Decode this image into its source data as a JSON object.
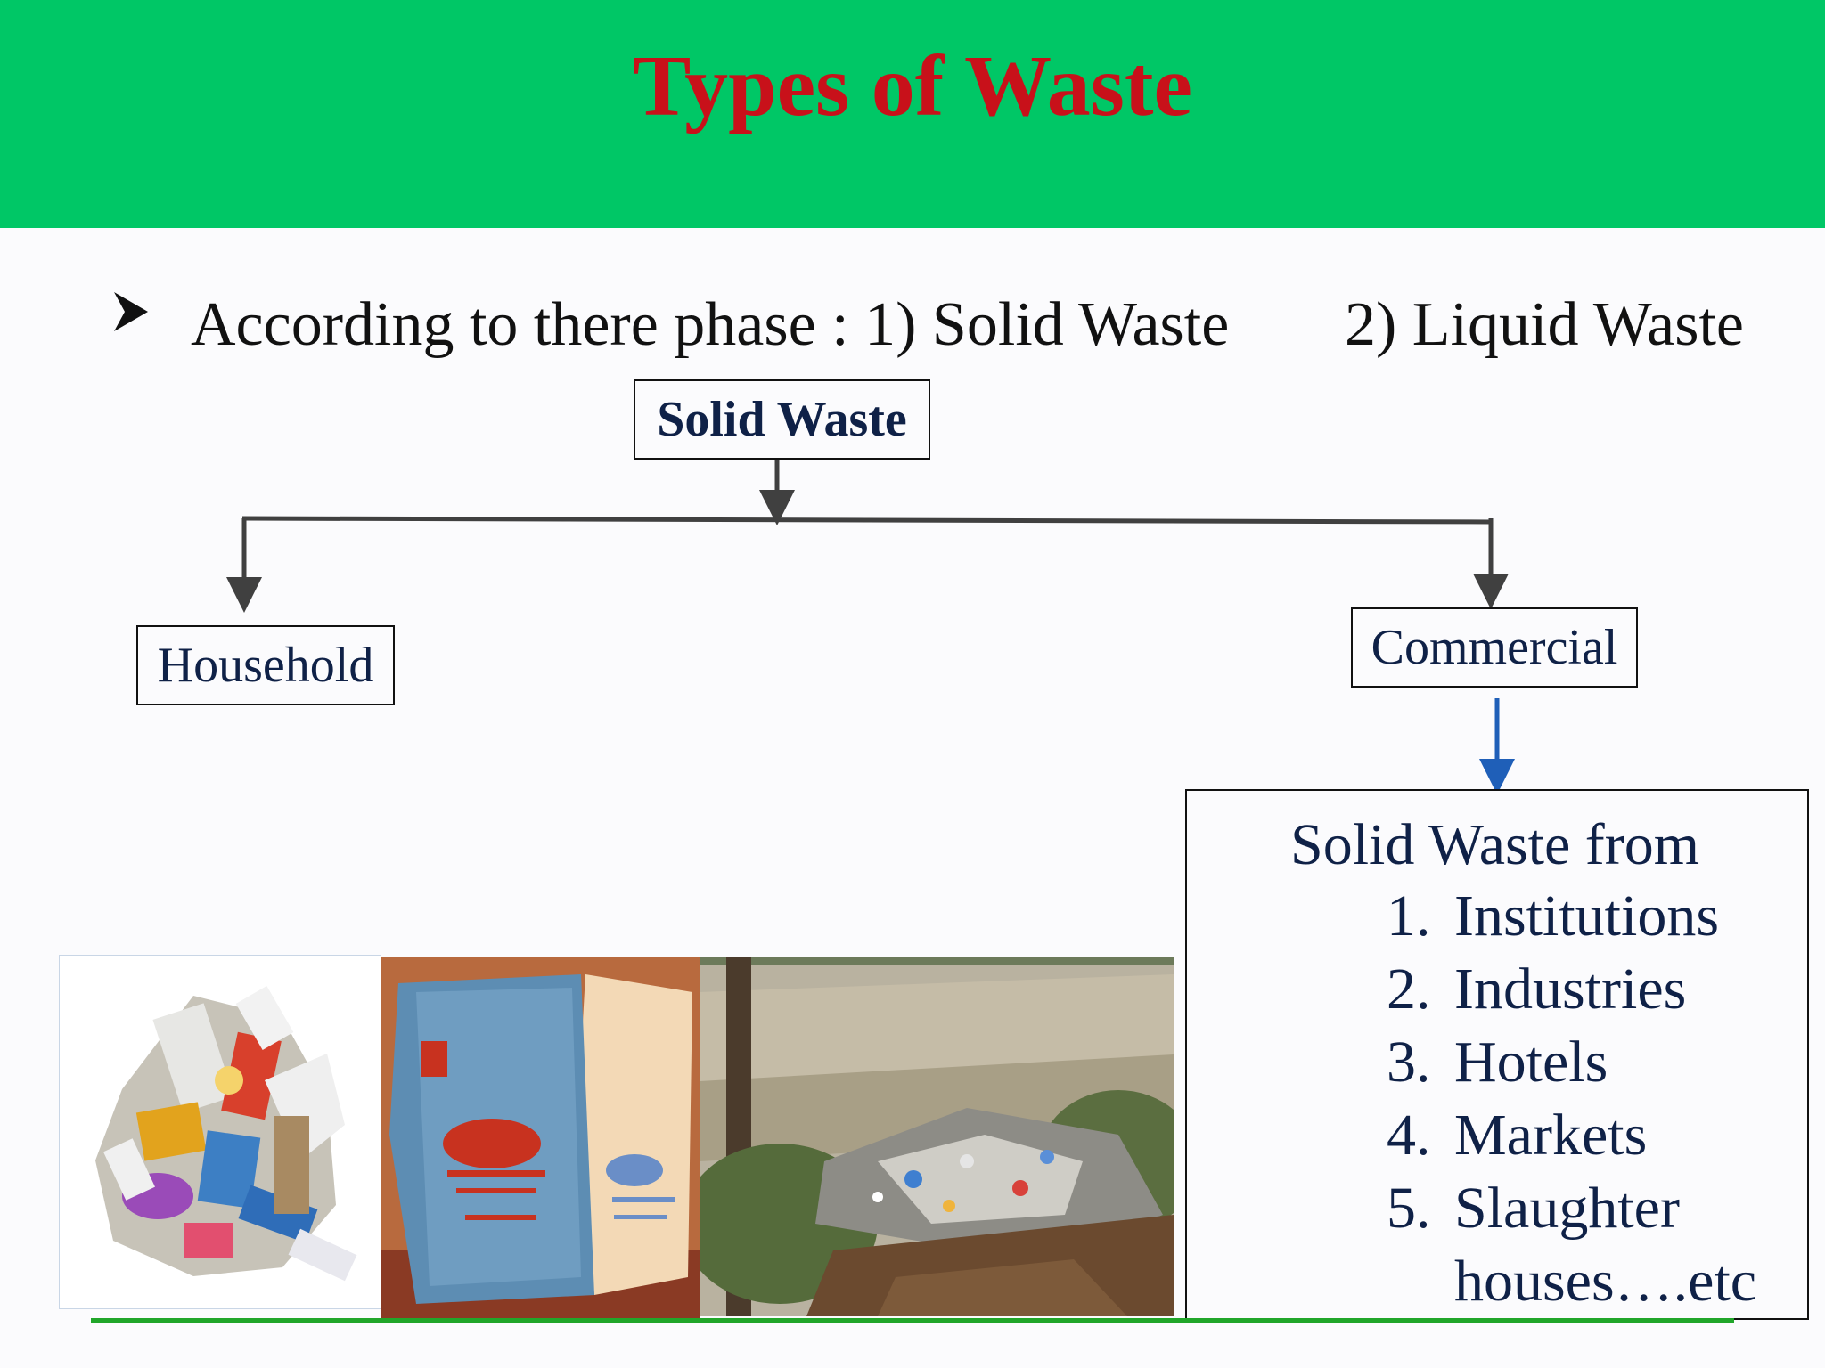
{
  "slide": {
    "title": "Types of Waste",
    "bullet": {
      "text": "According to there phase : 1) Solid Waste",
      "liquid": "2) Liquid Waste"
    },
    "diagram": {
      "root": "Solid Waste",
      "left_child": "Household",
      "right_child": "Commercial",
      "details": {
        "heading": "Solid Waste from",
        "items": [
          {
            "num": "1.",
            "label": "Institutions"
          },
          {
            "num": "2.",
            "label": "Industries"
          },
          {
            "num": "3.",
            "label": "Hotels"
          },
          {
            "num": "4.",
            "label": "Markets"
          },
          {
            "num": "5.",
            "label": "Slaughter"
          },
          {
            "num": "",
            "label": "houses….etc"
          }
        ]
      }
    },
    "colors": {
      "header_bg": "#00c766",
      "title": "#c8111a",
      "box_text": "#0f2147",
      "blue_arrow": "#1f5fb8",
      "footer_line": "#21a62a"
    },
    "icons": {
      "bullet": "arrowhead-bullet-icon"
    }
  }
}
